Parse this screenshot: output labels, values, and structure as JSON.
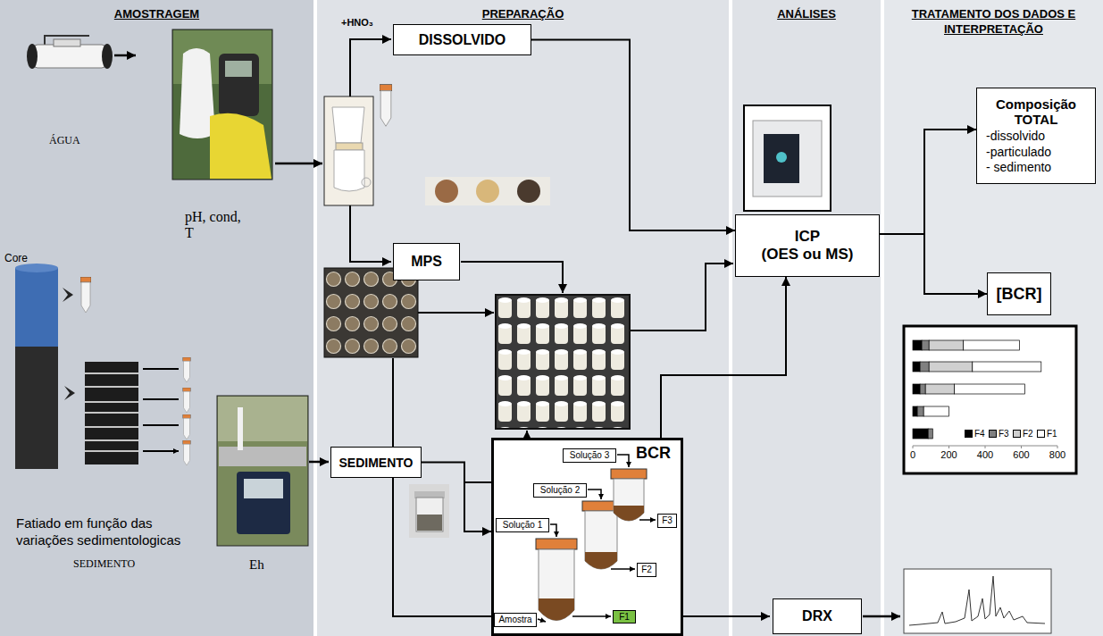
{
  "diagram": {
    "nodes": [
      {
        "text": [
          "AMOSTRAGEM"
        ]
      },
      {
        "text": [
          "PREPARAÇÃO"
        ]
      },
      {
        "text": [
          "ANÁLISES"
        ]
      },
      {
        "text": [
          "TRATAMENTO DOS DADOS E INTERPRETAÇÃO"
        ]
      },
      {
        "text": [
          "DISSOLVIDO"
        ],
        "in": 1
      },
      {
        "text": [
          "MPS"
        ],
        "in": 1
      },
      {
        "text": [
          "SEDIMENTO"
        ],
        "in": 1
      },
      {
        "text": [
          "BCR"
        ],
        "in": 1
      },
      {
        "text": [
          "Solução 3"
        ],
        "in": 7
      },
      {
        "text": [
          "Solução 2"
        ],
        "in": 7
      },
      {
        "text": [
          "Solução 1"
        ],
        "in": 7
      },
      {
        "text": [
          "F3"
        ],
        "in": 7
      },
      {
        "text": [
          "F2"
        ],
        "in": 7
      },
      {
        "text": [
          "F1"
        ],
        "in": 7
      },
      {
        "text": [
          "Amostra"
        ],
        "in": 7
      },
      {
        "text": [
          "ICP",
          "(OES ou MS)"
        ],
        "in": 2
      },
      {
        "text": [
          "DRX"
        ],
        "in": 2
      },
      {
        "text": [
          "Composição TOTAL",
          "-dissolvido",
          "-particulado",
          "- sedimento"
        ],
        "in": 3
      },
      {
        "text": [
          "[BCR]"
        ],
        "in": 3
      }
    ],
    "edges": [
      {
        "from": 4,
        "to": 15,
        "arrow": "to"
      },
      {
        "from": 6,
        "to": 7,
        "arrow": "to"
      },
      {
        "from": 7,
        "to": 15,
        "arrow": "to"
      },
      {
        "from": 15,
        "to": 17,
        "arrow": "to"
      },
      {
        "from": 15,
        "to": 18,
        "arrow": "to"
      }
    ],
    "labels": [
      "ÁGUA",
      "pH, cond, T",
      "Core",
      "Fatiado em função das variações sedimentologicas",
      "SEDIMENTO",
      "Eh",
      "+HNO₃",
      "0",
      "200",
      "400",
      "600",
      "800"
    ],
    "legend": [
      {
        "text": "F4",
        "color": "#000000"
      },
      {
        "text": "F3",
        "color": "#808080"
      },
      {
        "text": "F2",
        "color": "#d0d0d0"
      },
      {
        "text": "F1",
        "color": "#ffffff"
      }
    ]
  }
}
